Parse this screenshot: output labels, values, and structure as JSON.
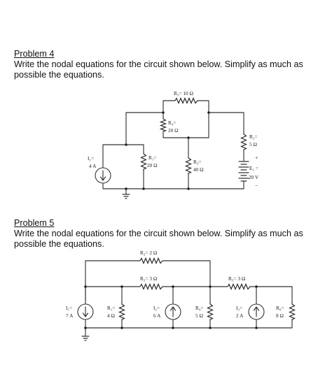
{
  "problem4": {
    "heading": "Problem 4",
    "prompt": "Write the nodal equations for the circuit shown below. Simplify as much as possible the equations.",
    "circuit": {
      "I1": [
        "I₁=",
        "4 A"
      ],
      "R1": [
        "R₁=",
        "20 Ω"
      ],
      "R4": [
        "R₄=",
        "20 Ω"
      ],
      "R5": [
        "R₅= 10 Ω"
      ],
      "R3": [
        "R₃=",
        "40 Ω"
      ],
      "R2": [
        "R₂=",
        "5 Ω"
      ],
      "E1": [
        "+",
        "E₁ =",
        "20 V",
        "−"
      ]
    }
  },
  "problem5": {
    "heading": "Problem 5",
    "prompt": "Write the nodal equations for the circuit shown below. Simplify as much as possible the equations.",
    "circuit": {
      "R3": [
        "R₃= 2 Ω"
      ],
      "R2": [
        "R₂= 3 Ω"
      ],
      "R5": [
        "R₅= 3 Ω"
      ],
      "I1": [
        "I₁=",
        "7 A"
      ],
      "R1": [
        "R₁=",
        "4 Ω"
      ],
      "I2": [
        "I₂=",
        "6 A"
      ],
      "R4": [
        "R₄=",
        "5 Ω"
      ],
      "I3": [
        "I₃=",
        "2 A"
      ],
      "R6": [
        "R₆=",
        "8 Ω"
      ]
    }
  }
}
